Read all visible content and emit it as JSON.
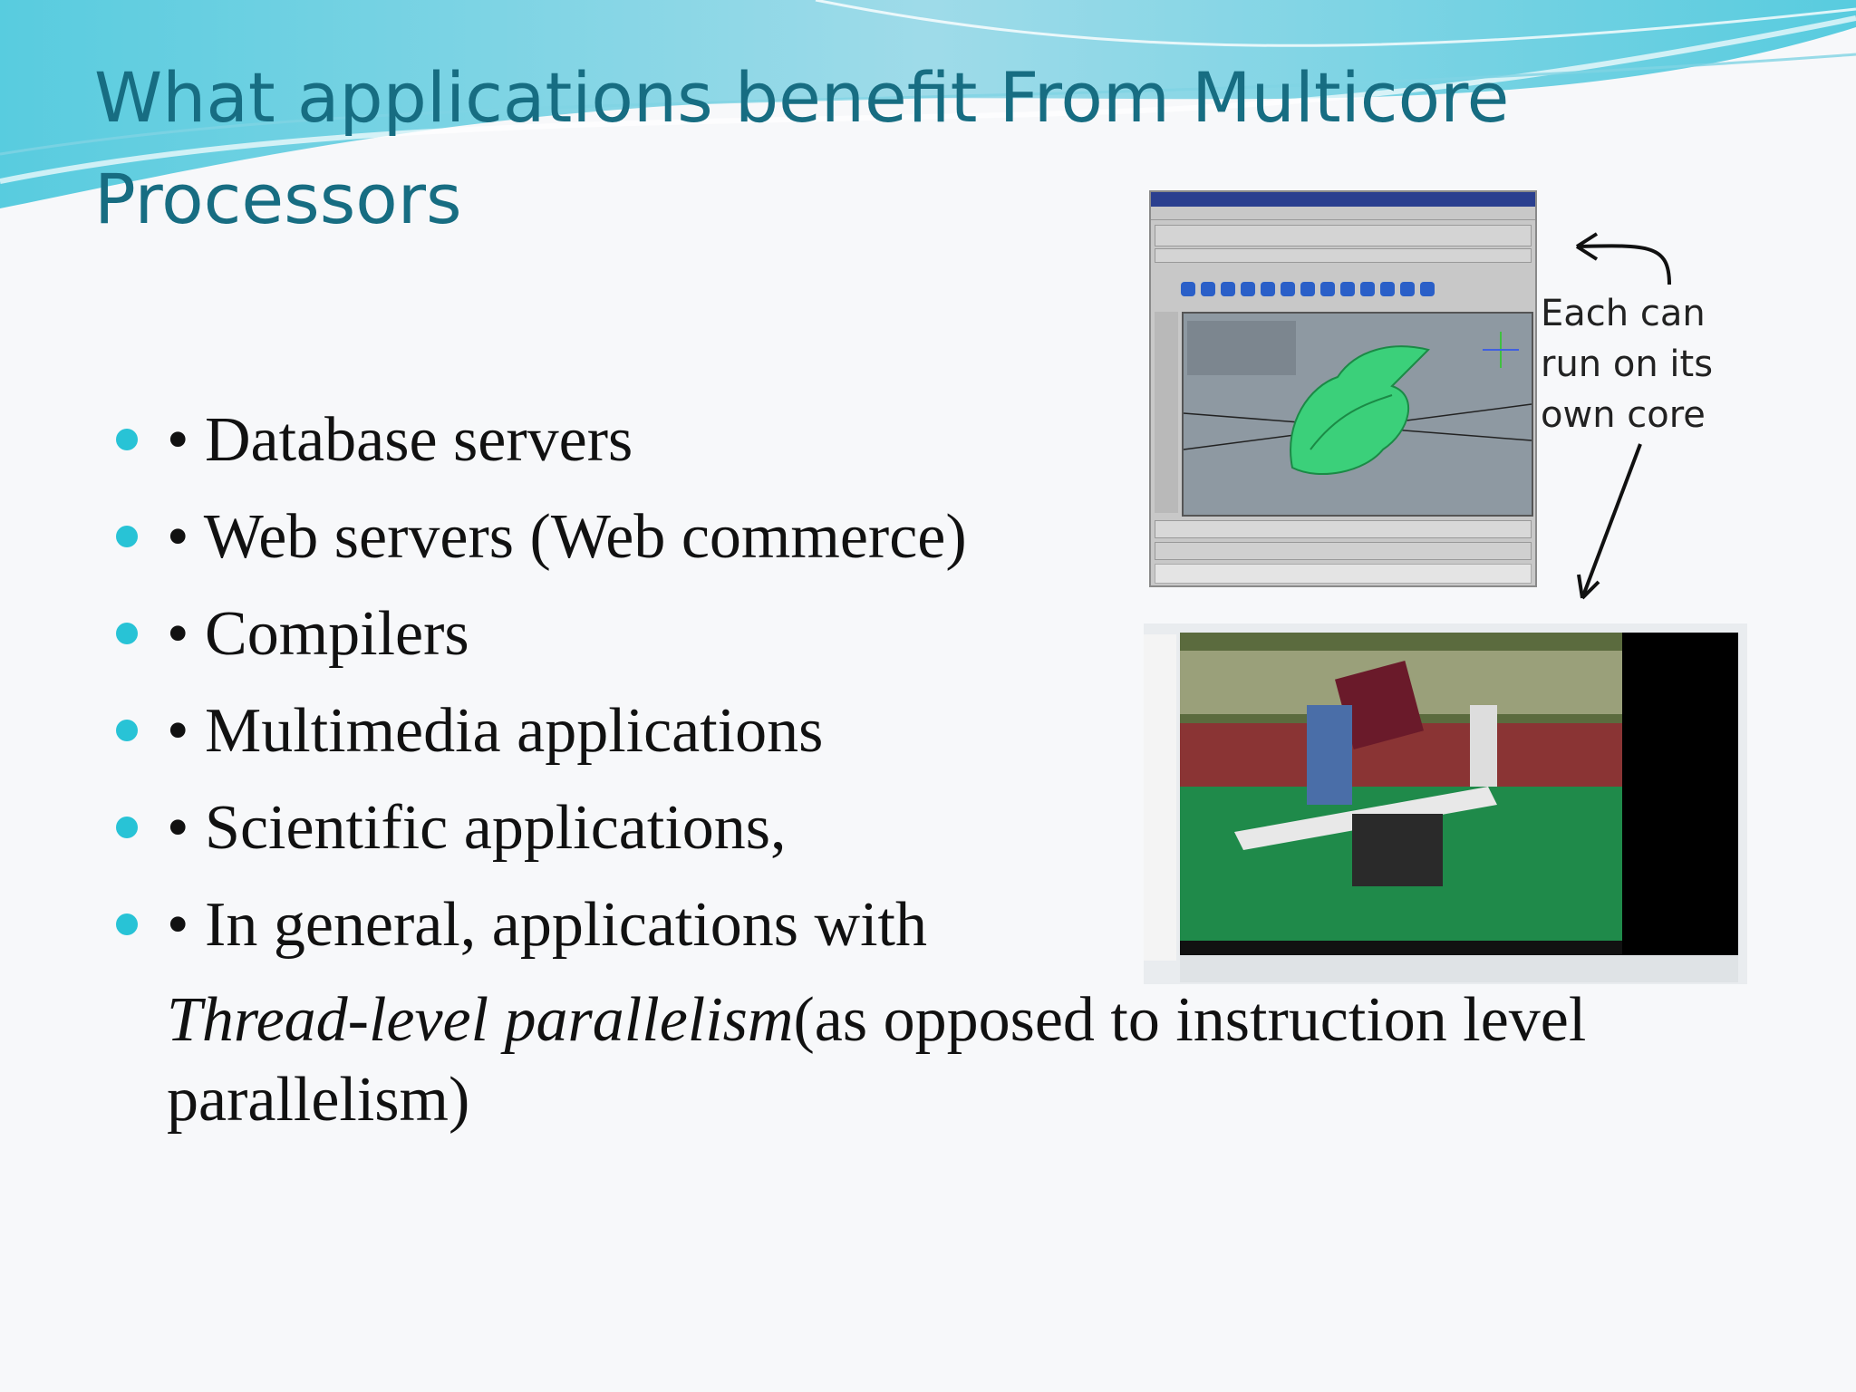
{
  "title": "What applications benefit From Multicore Processors",
  "bullets": [
    "• Database servers",
    "• Web servers (Web commerce)",
    "• Compilers",
    "• Multimedia applications",
    "• Scientific applications,",
    "• In general, applications with"
  ],
  "continuation": {
    "italic": "Thread-level parallelism",
    "rest": "(as opposed to instruction level parallelism)"
  },
  "caption": "Each can run on its own core",
  "colors": {
    "title": "#176d82",
    "bullet_dot": "#28c3d6",
    "swoosh": "#5cc7dc"
  }
}
